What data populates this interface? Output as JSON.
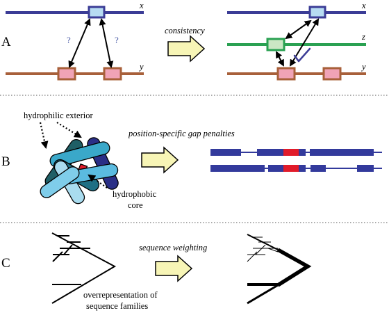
{
  "panels": {
    "a": {
      "label": "A",
      "seq_labels": {
        "x": "x",
        "y": "y",
        "z": "z"
      },
      "question_mark": "?",
      "method": "consistency"
    },
    "b": {
      "label": "B",
      "exterior_label": "hydrophilic exterior",
      "core_label_line1": "hydrophobic",
      "core_label_line2": "core",
      "method": "position-specific gap penalties"
    },
    "c": {
      "label": "C",
      "note_line1": "overrepresentation of",
      "note_line2": "sequence families",
      "method": "sequence weighting"
    }
  },
  "colors": {
    "seq_x": "#3b3c96",
    "seq_y": "#a8603a",
    "seq_z": "#2aa152",
    "box_fill_blue": "#b7dcf2",
    "box_fill_pink": "#f0a3b6",
    "box_fill_green": "#cbe7c4",
    "arrow_fill": "#f7f5b6",
    "gap_block": "#333a9c",
    "gap_red": "#e11b2a",
    "check": "#3b3c96",
    "divider": "#555555"
  },
  "icons": {
    "big_arrow": "block-right-arrow",
    "check": "check-mark-icon"
  }
}
